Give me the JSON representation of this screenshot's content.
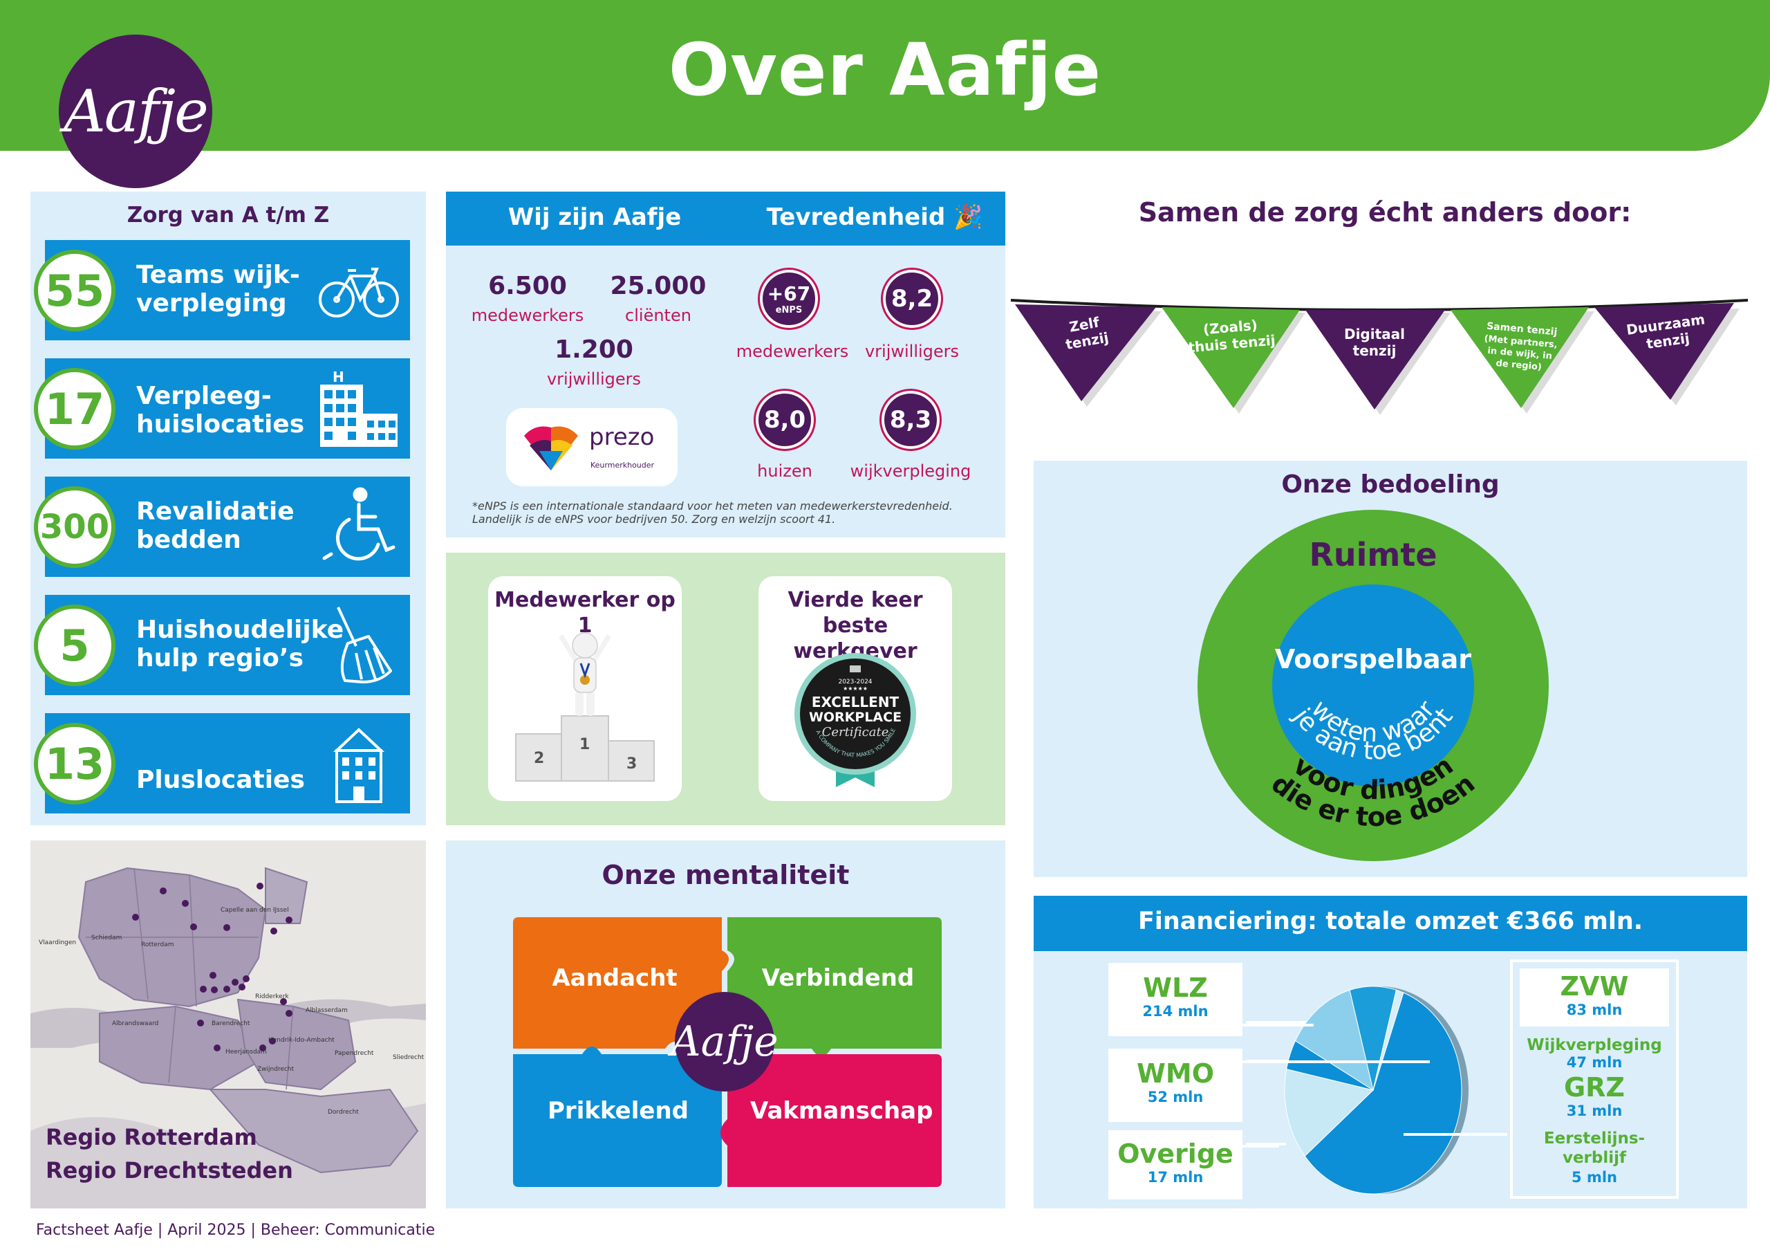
{
  "header": {
    "title": "Over Aafje",
    "logo_text": "Aafje"
  },
  "zorg": {
    "title": "Zorg van A t/m Z",
    "rows": [
      {
        "number": "55",
        "line1": "Teams wijk-",
        "line2": "verpleging",
        "icon": "bicycle-icon"
      },
      {
        "number": "17",
        "line1": "Verpleeg-",
        "line2": "huislocaties",
        "icon": "hospital-icon"
      },
      {
        "number": "300",
        "line1": "Revalidatie",
        "line2": "bedden",
        "icon": "wheelchair-icon"
      },
      {
        "number": "5",
        "line1": "Huishoudelijke",
        "line2": "hulp regio’s",
        "icon": "broom-icon"
      },
      {
        "number": "13",
        "line1": "",
        "line2": "Pluslocaties",
        "icon": "building-icon"
      }
    ]
  },
  "map": {
    "places": [
      "Vlaardingen",
      "Schiedam",
      "Rotterdam",
      "Capelle aan den IJssel",
      "Ridderkerk",
      "Alblasserdam",
      "Albrandswaard",
      "Barendrecht",
      "Hendrik-Ido-Ambacht",
      "Heerjansdam",
      "Zwijndrecht",
      "Papendrecht",
      "Sliedrecht",
      "Dordrecht"
    ],
    "region1": "Regio Rotterdam",
    "region2": "Regio Drechtsteden"
  },
  "wij": {
    "title": "Wij zijn Aafje",
    "stats": [
      {
        "num": "6.500",
        "label": "medewerkers"
      },
      {
        "num": "25.000",
        "label": "cliënten"
      },
      {
        "num": "1.200",
        "label": "vrijwilligers"
      }
    ],
    "prezo_name": "prezo",
    "prezo_sub": "Keurmerkhouder",
    "note_line1": "*eNPS is een internationale standaard voor het meten van medewerkerstevredenheid.",
    "note_line2": "Landelijk is de eNPS voor bedrijven 50. Zorg en welzijn scoort 41."
  },
  "tevredenheid": {
    "title": "Tevredenheid",
    "icon": "party-popper-icon",
    "scores": [
      {
        "value": "+67",
        "sub": "eNPS",
        "label": "medewerkers"
      },
      {
        "value": "8,2",
        "sub": "",
        "label": "vrijwilligers"
      },
      {
        "value": "8,0",
        "sub": "",
        "label": "huizen"
      },
      {
        "value": "8,3",
        "sub": "",
        "label": "wijkverpleging"
      }
    ]
  },
  "awards": {
    "card1_title": "Medewerker op 1",
    "podium": [
      "2",
      "1",
      "3"
    ],
    "card2_line1": "Vierde keer",
    "card2_line2": "beste werkgever",
    "badge_year": "2023-2024",
    "badge_line1": "EXCELLENT",
    "badge_line2": "WORKPLACE",
    "badge_script": "Certificate",
    "badge_ring": "A COMPANY THAT MAKES YOU SMILE"
  },
  "mentaliteit": {
    "title": "Onze mentaliteit",
    "pieces": [
      "Aandacht",
      "Verbindend",
      "Prikkelend",
      "Vakmanschap"
    ],
    "center_logo": "Aafje",
    "colors": {
      "orange": "#ec6d12",
      "green": "#55b033",
      "blue": "#0c8fd6",
      "red": "#e2105a"
    }
  },
  "samen": {
    "title": "Samen de zorg écht anders door:",
    "flags": [
      {
        "lines": [
          "Zelf",
          "tenzij"
        ],
        "color": "#4a1a5c"
      },
      {
        "lines": [
          "(Zoals)",
          "thuis tenzij"
        ],
        "color": "#55b033"
      },
      {
        "lines": [
          "Digitaal",
          "tenzij"
        ],
        "color": "#4a1a5c"
      },
      {
        "lines": [
          "Samen tenzij",
          "(Met partners,",
          "in de wijk, in",
          "de regio)"
        ],
        "color": "#55b033"
      },
      {
        "lines": [
          "Duurzaam",
          "tenzij"
        ],
        "color": "#4a1a5c"
      }
    ]
  },
  "bedoeling": {
    "title": "Onze bedoeling",
    "outer_word": "Ruimte",
    "inner_word": "Voorspelbaar",
    "inner_arc1": "weten waar",
    "inner_arc2": "je aan toe bent",
    "outer_arc1": "voor dingen",
    "outer_arc2": "die er toe doen"
  },
  "financiering": {
    "title": "Financiering: totale omzet €366 mln.",
    "left": [
      {
        "name": "WLZ",
        "value": "214 mln"
      },
      {
        "name": "WMO",
        "value": "52 mln"
      },
      {
        "name": "Overige",
        "value": "17 mln"
      }
    ],
    "right": [
      {
        "name": "ZVW",
        "value": "83 mln"
      },
      {
        "name": "Wijkverpleging",
        "value": "47 mln"
      },
      {
        "name": "GRZ",
        "value": "31 mln"
      },
      {
        "name": "Eerstelijns-",
        "name2": "verblijf",
        "value": "5 mln"
      }
    ]
  },
  "chart_data": {
    "type": "pie",
    "title": "Financiering: totale omzet €366 mln.",
    "categories": [
      "WLZ",
      "WMO",
      "Overige",
      "Wijkverpleging",
      "GRZ",
      "Eerstelijnsverblijf"
    ],
    "values": [
      214,
      52,
      17,
      47,
      31,
      5
    ],
    "colors": [
      "#0c8fd6",
      "#c7e8f5",
      "#0c8fd6",
      "#8ccfec",
      "#1a9dd8",
      "#d5eef9"
    ]
  },
  "footer": {
    "text": "Factsheet Aafje | April 2025 | Beheer: Communicatie"
  }
}
